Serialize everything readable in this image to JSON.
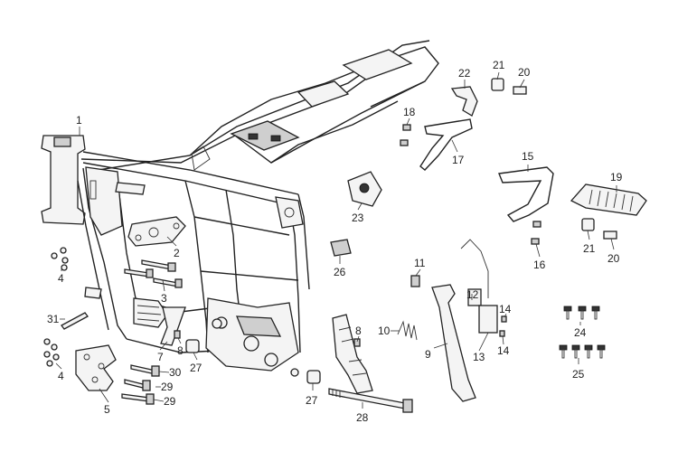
{
  "callouts": {
    "c1": "1",
    "c2": "2",
    "c3": "3",
    "c4a": "4",
    "c4b": "4",
    "c5": "5",
    "c7": "7",
    "c8a": "8",
    "c8b": "8",
    "c9": "9",
    "c10": "10",
    "c11": "11",
    "c12": "12",
    "c13": "13",
    "c14a": "14",
    "c14b": "14",
    "c15": "15",
    "c16": "16",
    "c17": "17",
    "c18": "18",
    "c19": "19",
    "c20a": "20",
    "c20b": "20",
    "c21a": "21",
    "c21b": "21",
    "c22": "22",
    "c23": "23",
    "c24": "24",
    "c25": "25",
    "c26": "26",
    "c27a": "27",
    "c27b": "27",
    "c28": "28",
    "c29a": "29",
    "c29b": "29",
    "c30": "30",
    "c31": "31"
  }
}
